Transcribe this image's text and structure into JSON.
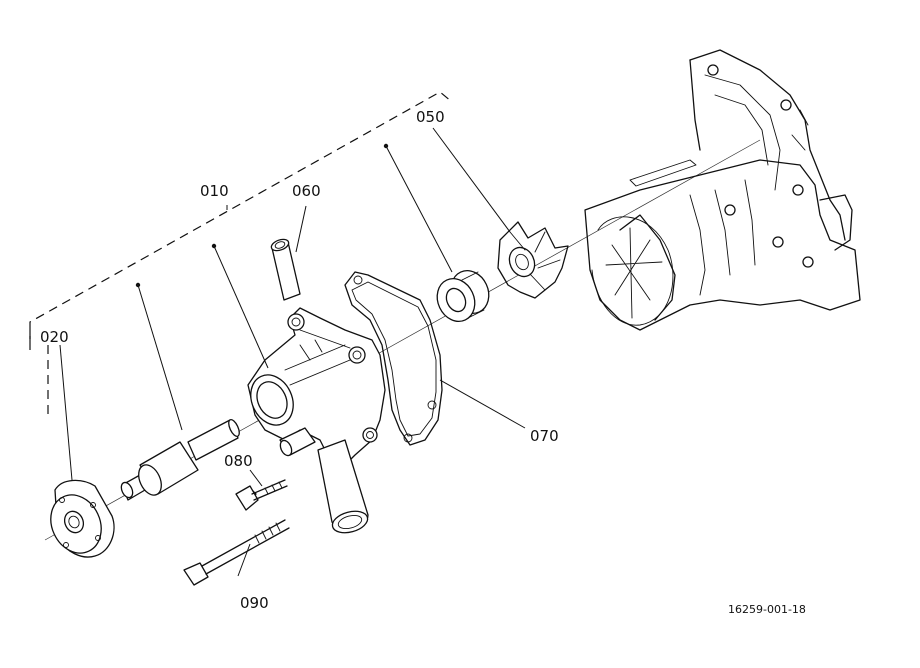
{
  "parts": {
    "p010": "010",
    "p020": "020",
    "p050": "050",
    "p060": "060",
    "p070": "070",
    "p080": "080",
    "p090": "090"
  },
  "drawing_number": "16259-001-18",
  "colors": {
    "line": "#111111",
    "background": "#ffffff"
  }
}
